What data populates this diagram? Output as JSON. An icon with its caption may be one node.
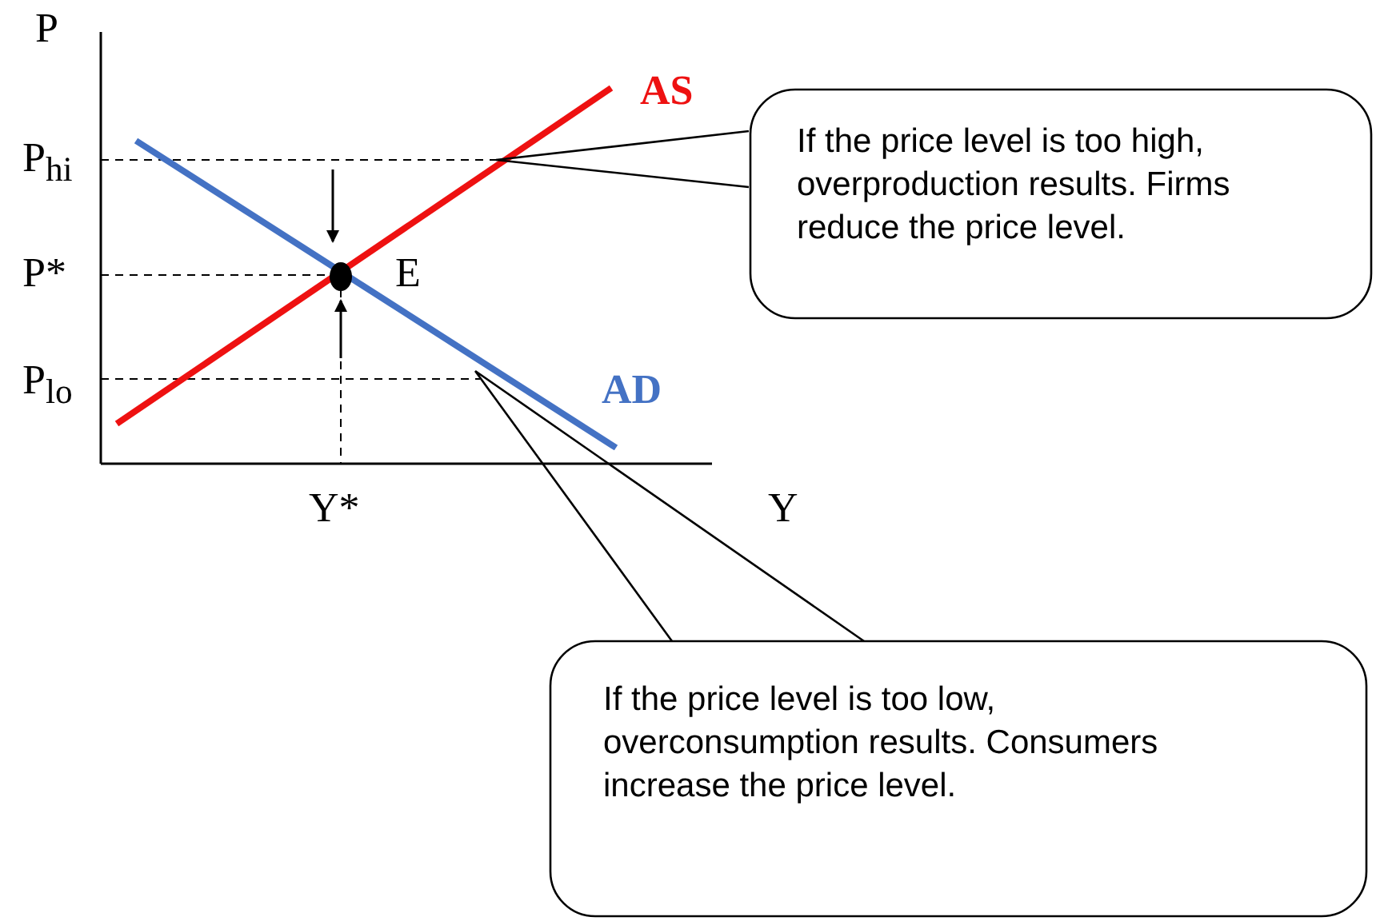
{
  "diagram": {
    "nodes": [
      {
        "text": [
          "If the price level is too high, overproduction results. Firms reduce the price level."
        ]
      },
      {
        "text": [
          "If the price level is too low, overconsumption results. Consumers increase the price level."
        ]
      }
    ],
    "edges": [
      {
        "from": 0,
        "to": null,
        "arrow": "none"
      },
      {
        "from": 1,
        "to": null,
        "arrow": "none"
      }
    ],
    "labels": [
      "P",
      "P$_{hi}$",
      "AS",
      "P*",
      "E",
      "P$_{lo}$",
      "AD",
      "Y*",
      "Y"
    ]
  }
}
